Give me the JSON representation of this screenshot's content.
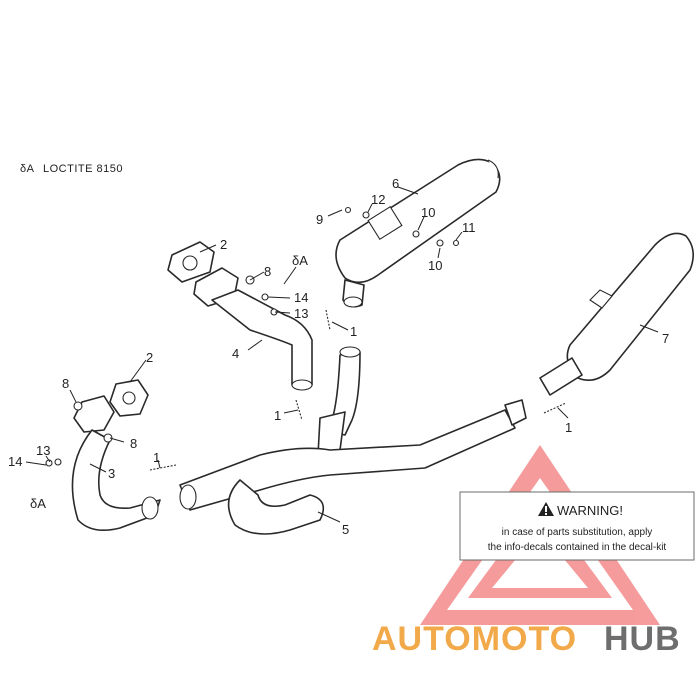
{
  "legend": {
    "loctite": "LOCTITE 8150",
    "mark": "δA"
  },
  "callouts": {
    "c1a": "1",
    "c1b": "1",
    "c1c": "1",
    "c1d": "1",
    "c2a": "2",
    "c2b": "2",
    "c3": "3",
    "c4": "4",
    "c5": "5",
    "c6": "6",
    "c7": "7",
    "c8a": "8",
    "c8b": "8",
    "c8c": "8",
    "c9": "9",
    "c10a": "10",
    "c10b": "10",
    "c11": "11",
    "c12": "12",
    "c13a": "13",
    "c13b": "13",
    "c14a": "14",
    "c14b": "14",
    "markA1": "δA",
    "markA2": "δA"
  },
  "warning": {
    "title": "WARNING!",
    "line1": "in case of parts substitution, apply",
    "line2": "the info-decals contained in the decal-kit"
  },
  "watermark": {
    "part1": "AUTOMOTO",
    "part2": "HUB",
    "color_primary": "#f2a94a",
    "color_secondary": "#6e6e6e",
    "triangle_color": "#ee4b4b"
  }
}
